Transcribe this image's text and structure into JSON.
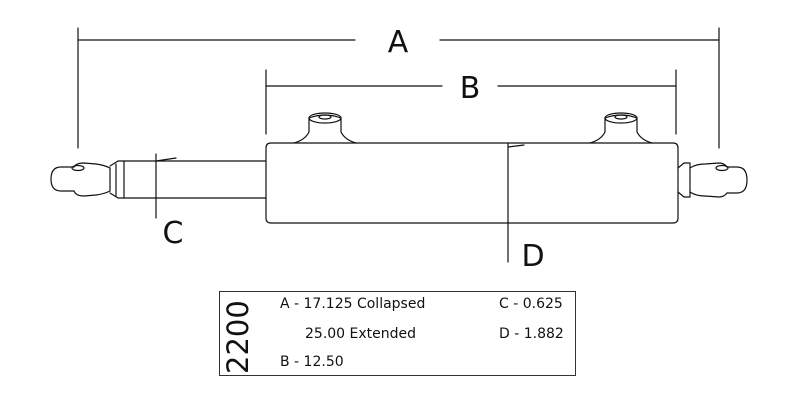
{
  "dimension_labels": {
    "a": "A",
    "b": "B",
    "c": "C",
    "d": "D"
  },
  "spec_table": {
    "model_code": "2200",
    "a_line1": "A - 17.125 Collapsed",
    "a_line2": "25.00 Extended",
    "b": "B - 12.50",
    "c": "C - 0.625",
    "d": "D - 1.882"
  },
  "colors": {
    "line": "#111111",
    "background": "#ffffff"
  }
}
